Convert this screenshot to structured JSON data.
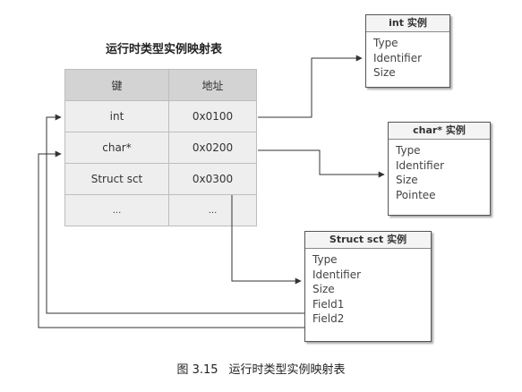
{
  "map_title": "运行时类型实例映射表",
  "table": {
    "headers": [
      "键",
      "地址"
    ],
    "rows": [
      {
        "key": "int",
        "address": "0x0100"
      },
      {
        "key": "char*",
        "address": "0x0200"
      },
      {
        "key": "Struct sct",
        "address": "0x0300"
      },
      {
        "key": "...",
        "address": "..."
      }
    ]
  },
  "instances": {
    "int": {
      "title": "int 实例",
      "fields": [
        "Type",
        "Identifier",
        "Size"
      ]
    },
    "char_ptr": {
      "title": "char* 实例",
      "fields": [
        "Type",
        "Identifier",
        "Size",
        "Pointee"
      ]
    },
    "struct_sct": {
      "title": "Struct sct 实例",
      "fields": [
        "Type",
        "Identifier",
        "Size",
        "Field1",
        "Field2"
      ]
    }
  },
  "caption": {
    "number": "图 3.15",
    "text": "运行时类型实例映射表"
  },
  "colors": {
    "header_bg": "#d3d3d3",
    "row_bg": "#eeeeee",
    "line": "#333333"
  }
}
